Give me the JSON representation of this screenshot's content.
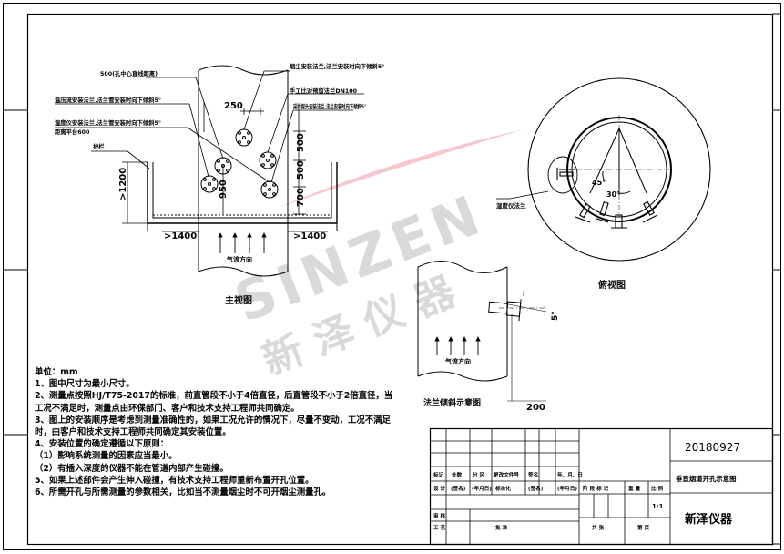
{
  "labels": {
    "hole_500": "500(孔中心直线距离)",
    "flue_flange": "烟尘安装法兰,法兰安装时向下倾斜5°",
    "temp_pressure": "温压流安装法兰,法兰管安装时向下倾斜5°",
    "manual": "手工比对预留法兰DN100",
    "sampling": "采样探头安装法兰,法兰安装时向下倾斜5°",
    "humidity": "湿度仪安装法兰,法兰管安装时向下倾斜5°",
    "platform_dist": "距离平台600",
    "guardrail": "护栏",
    "dim_250": "250",
    "dim_500a": "500",
    "dim_500b": "500",
    "dim_700": "700",
    "dim_950": "950",
    "dim_1200": ">1200",
    "dim_1400_left": ">1400",
    "dim_1400_right": ">1400",
    "airflow_main": "气流方向",
    "main_view": "主视图",
    "angle_45": "45°",
    "angle_30": "30°",
    "humidity_flange": "湿度仪法兰",
    "top_view": "俯视图",
    "angle_5": "5°",
    "airflow_flange": "气流方向",
    "flange_view": "法兰倾斜示意图",
    "dim_200": "200"
  },
  "watermark": {
    "en": "SINZEN",
    "cn": "新 泽 仪 器"
  },
  "notes": {
    "unit": "单位：mm",
    "n1": "1、图中尺寸为最小尺寸。",
    "n2": "2、测量点按照HJ/T75-2017的标准，前直管段不小于4倍直径，后直管段不小于2倍直径，当工况不满足时，测量点由环保部门、客户和技术支持工程师共同确定。",
    "n3": "3、图上的安装顺序是考虑到测量准确性的，如果工况允许的情况下，尽量不变动，工况不满足时，由客户和技术支持工程师共同确定其安装位置。",
    "n4": "4、安装位置的确定遵循以下原则：",
    "n4a": "（1）影响系统测量的因素应当最小。",
    "n4b": "（2）有插入深度的仪器不能在管道内部产生碰撞。",
    "n5": "5、如果上述部件会产生伸入碰撞，有技术支持工程师重新布置开孔位置。",
    "n6": "6、所需开孔与所需测量的参数相关，比如当不测量烟尘时不可开烟尘测量孔。"
  },
  "title_block": {
    "drawing_no": "20180927",
    "drawing_title": "垂直烟道开孔示意图",
    "company": "新泽仪器",
    "c_mark": "标记",
    "c_count": "处数",
    "c_zone": "分 区",
    "c_docno": "更改文件号",
    "c_sign": "签名",
    "c_date": "年、月、日",
    "c_design": "设 计",
    "c_sig1": "(签名)",
    "c_date1": "(年月日)",
    "c_std": "标准化",
    "c_sig2": "(签名)",
    "c_date2": "(年月日)",
    "c_stage": "阶 段 标 记",
    "c_weight": "重 量",
    "c_scale": "比 例",
    "scale": "1:1",
    "c_review": "审 核",
    "c_process": "工 艺",
    "c_approve": "批 准",
    "c_total": "共  张",
    "c_page": "第  页"
  }
}
